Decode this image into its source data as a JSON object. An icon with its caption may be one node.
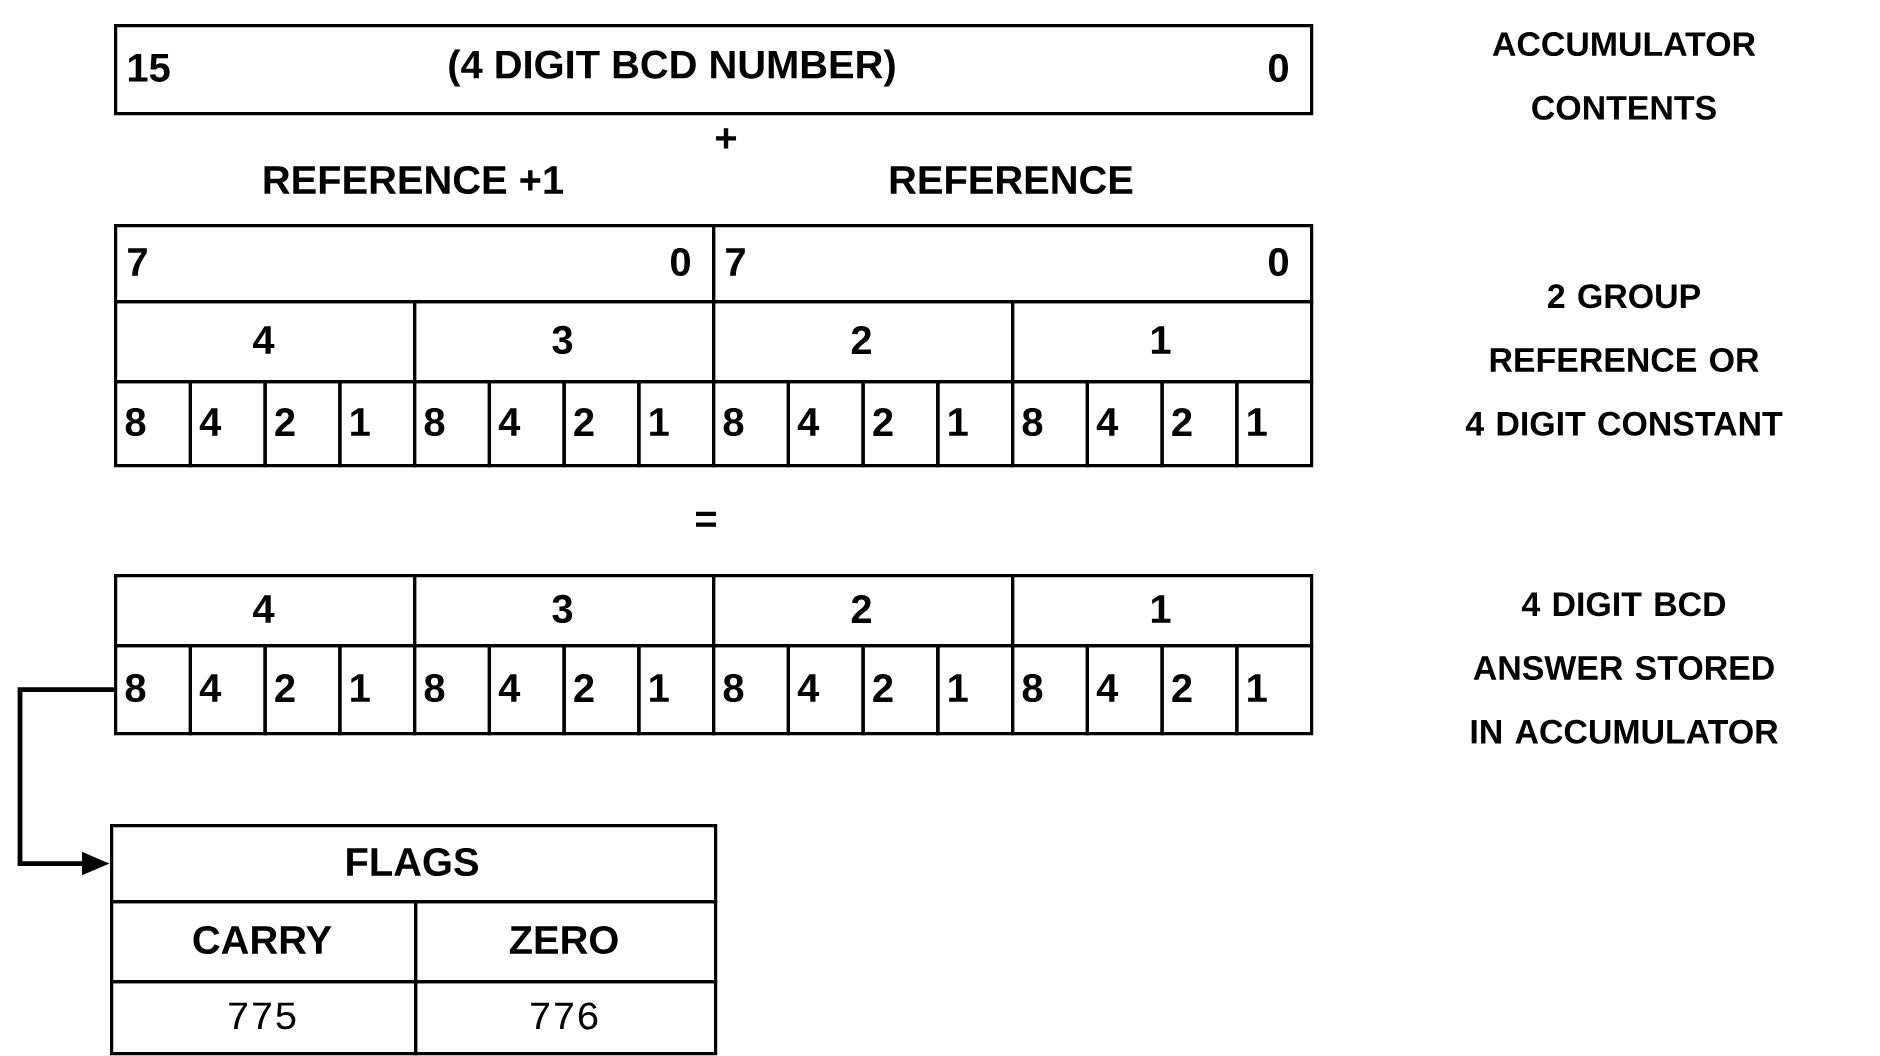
{
  "diagram": {
    "nodes": [
      {
        "text": [
          "15",
          "(4 DIGIT BCD NUMBER)",
          "0"
        ]
      },
      {
        "text": [
          "REFERENCE +1",
          "7",
          "0"
        ]
      },
      {
        "text": [
          "REFERENCE",
          "7",
          "0"
        ]
      },
      {
        "text": [
          "4"
        ]
      },
      {
        "text": [
          "3"
        ]
      },
      {
        "text": [
          "2"
        ]
      },
      {
        "text": [
          "1"
        ]
      },
      {
        "text": [
          "8"
        ]
      },
      {
        "text": [
          "4"
        ]
      },
      {
        "text": [
          "2"
        ]
      },
      {
        "text": [
          "1"
        ]
      },
      {
        "text": [
          "8"
        ]
      },
      {
        "text": [
          "4"
        ]
      },
      {
        "text": [
          "2"
        ]
      },
      {
        "text": [
          "1"
        ]
      },
      {
        "text": [
          "8"
        ]
      },
      {
        "text": [
          "4"
        ]
      },
      {
        "text": [
          "2"
        ]
      },
      {
        "text": [
          "1"
        ]
      },
      {
        "text": [
          "8"
        ]
      },
      {
        "text": [
          "4"
        ]
      },
      {
        "text": [
          "2"
        ]
      },
      {
        "text": [
          "1"
        ]
      },
      {
        "text": [
          "4"
        ]
      },
      {
        "text": [
          "3"
        ]
      },
      {
        "text": [
          "2"
        ]
      },
      {
        "text": [
          "1"
        ]
      },
      {
        "text": [
          "8"
        ]
      },
      {
        "text": [
          "4"
        ]
      },
      {
        "text": [
          "2"
        ]
      },
      {
        "text": [
          "1"
        ]
      },
      {
        "text": [
          "8"
        ]
      },
      {
        "text": [
          "4"
        ]
      },
      {
        "text": [
          "2"
        ]
      },
      {
        "text": [
          "1"
        ]
      },
      {
        "text": [
          "8"
        ]
      },
      {
        "text": [
          "4"
        ]
      },
      {
        "text": [
          "2"
        ]
      },
      {
        "text": [
          "1"
        ]
      },
      {
        "text": [
          "8"
        ]
      },
      {
        "text": [
          "4"
        ]
      },
      {
        "text": [
          "2"
        ]
      },
      {
        "text": [
          "1"
        ]
      },
      {
        "text": [
          "FLAGS"
        ]
      },
      {
        "text": [
          "CARRY"
        ]
      },
      {
        "text": [
          "ZERO"
        ]
      },
      {
        "text": [
          "775"
        ]
      },
      {
        "text": [
          "776"
        ]
      }
    ],
    "edges": [
      {
        "from": 27,
        "to": 43,
        "arrow": "to"
      }
    ],
    "labels": [
      "+",
      "=",
      "ACCUMULATOR CONTENTS",
      "2 GROUP REFERENCE OR 4 DIGIT CONSTANT",
      "4 DIGIT BCD ANSWER STORED IN ACCUMULATOR"
    ]
  }
}
